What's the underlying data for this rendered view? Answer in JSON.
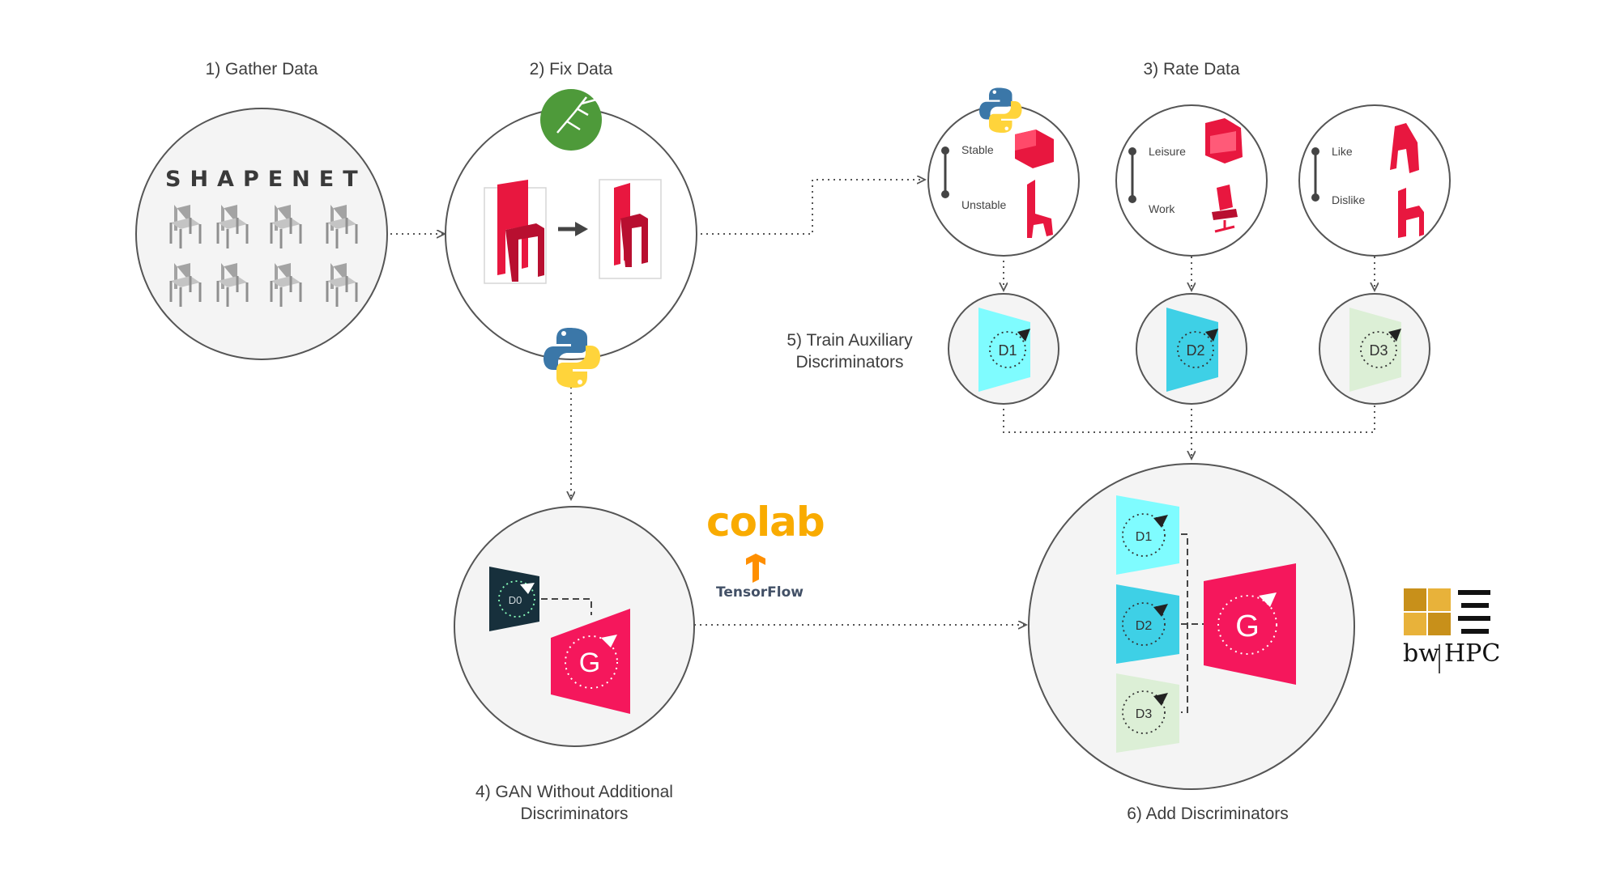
{
  "steps": {
    "gather": "1) Gather Data",
    "fix": "2) Fix Data",
    "rate": "3) Rate Data",
    "gan_line1": "4) GAN Without Additional",
    "gan_line2": "Discriminators",
    "train_line1": "5) Train Auxiliary",
    "train_line2": "Discriminators",
    "add": "6) Add Discriminators"
  },
  "shapenet_logo": "SHAPENET",
  "ratings": [
    {
      "top": "Stable",
      "bottom": "Unstable"
    },
    {
      "top": "Leisure",
      "bottom": "Work"
    },
    {
      "top": "Like",
      "bottom": "Dislike"
    }
  ],
  "discriminators": [
    "D0",
    "D1",
    "D2",
    "D3"
  ],
  "generator": "G",
  "tools": {
    "colab": "colab",
    "tensorflow": "TensorFlow",
    "hpc_left": "bw",
    "hpc_right": "HPC"
  },
  "colors": {
    "chair_red": "#e8173f",
    "generator_pink": "#f5175c",
    "d0_dark": "#17303c",
    "d1_cyan": "#7ffcff",
    "d2_teal": "#3ed0e6",
    "d3_green": "#dcefd6",
    "grasshopper_green": "#4e9a3a",
    "python_blue": "#3b77a8",
    "python_yellow": "#ffd43b",
    "colab_orange": "#f9ab00",
    "tf_orange": "#ff8f00",
    "bwhpc_gold": "#c8901a"
  }
}
